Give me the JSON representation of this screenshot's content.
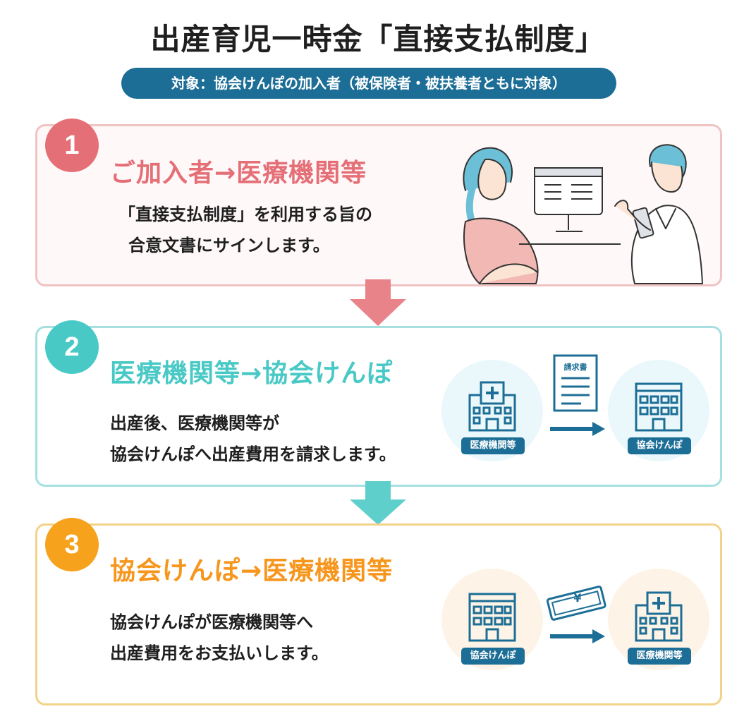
{
  "title": "出産育児一時金「直接支払制度」",
  "badge": "対象：協会けんぽの加入者（被保険者・被扶養者ともに対象）",
  "steps": [
    {
      "number": "1",
      "heading": "ご加入者→医療機関等",
      "lines": [
        "「直接支払制度」を利用する旨の",
        "合意文書にサインします。"
      ],
      "color": "#e56f77"
    },
    {
      "number": "2",
      "heading": "医療機関等→協会けんぽ",
      "lines": [
        "出産後、医療機関等が",
        "協会けんぽへ出産費用を請求します。"
      ],
      "color": "#49c9c6",
      "from_label": "医療機関等",
      "to_label": "協会けんぽ",
      "doc_label": "請求書"
    },
    {
      "number": "3",
      "heading": "協会けんぽ→医療機関等",
      "lines": [
        "協会けんぽが医療機関等へ",
        "出産費用をお支払いします。"
      ],
      "color": "#f7a21c",
      "from_label": "協会けんぽ",
      "to_label": "医療機関等",
      "money_label": "¥"
    }
  ],
  "colors": {
    "navy": "#1d6e96",
    "pink": "#e56f77",
    "teal": "#49c9c6",
    "orange": "#f7a21c"
  }
}
